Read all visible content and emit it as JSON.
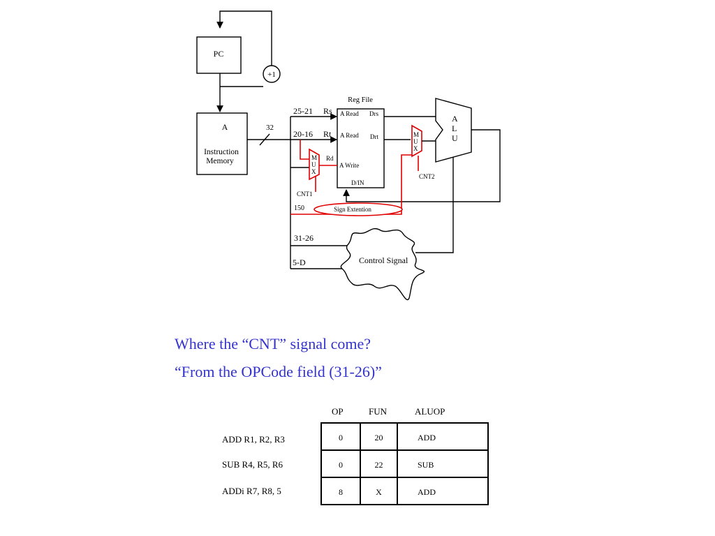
{
  "diagram": {
    "pc_label": "PC",
    "incrementer_label": "+1",
    "imem_title": "A",
    "imem_line1": "Instruction",
    "imem_line2": "Memory",
    "bus_width": "32",
    "regfile_title": "Reg File",
    "rf_a_read_1": "A Read",
    "rf_drs": "Drs",
    "rf_a_read_2": "A Read",
    "rf_drt": "Drt",
    "rf_a_write": "A Write",
    "rf_din": "D/IN",
    "field_25_21": "25-21",
    "field_rs": "Rs",
    "field_20_16": "20-16",
    "field_rt": "Rt",
    "field_rd": "Rd",
    "mux_label": [
      "M",
      "U",
      "X"
    ],
    "cnt1": "CNT1",
    "cnt2": "CNT2",
    "alu_label": [
      "A",
      "L",
      "U"
    ],
    "field_15_0": "150",
    "sign_ext": "Sign Extention",
    "field_31_26": "31-26",
    "field_5_0": "5-D",
    "control_signal": "Control Signal",
    "colors": {
      "black": "#000000",
      "red": "#e00000",
      "question_blue": "#3333cc"
    }
  },
  "question": {
    "line1": "Where the “CNT” signal come?",
    "line2": "“From the OPCode field (31-26)”"
  },
  "table": {
    "headers": {
      "op": "OP",
      "fun": "FUN",
      "aluop": "ALUOP"
    },
    "rows": [
      {
        "instr": "ADD R1, R2, R3",
        "op": "0",
        "fun": "20",
        "aluop": "ADD"
      },
      {
        "instr": "SUB R4, R5, R6",
        "op": "0",
        "fun": "22",
        "aluop": "SUB"
      },
      {
        "instr": "ADDi R7, R8, 5",
        "op": "8",
        "fun": "X",
        "aluop": "ADD"
      }
    ]
  }
}
